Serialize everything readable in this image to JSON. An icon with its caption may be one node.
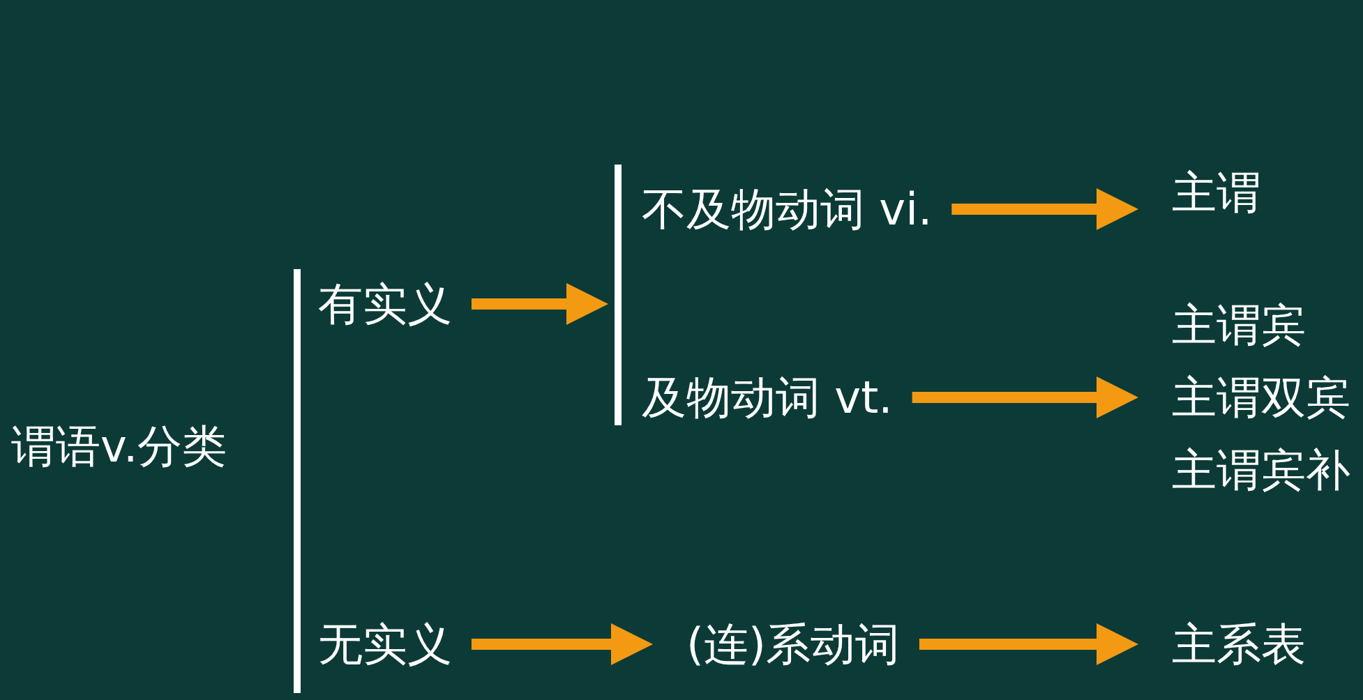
{
  "diagram": {
    "nodes": [
      {
        "text": [
          "谓语v.分类"
        ]
      },
      {
        "text": [
          "有实义"
        ]
      },
      {
        "text": [
          "无实义"
        ]
      },
      {
        "text": [
          "不及物动词 vi."
        ]
      },
      {
        "text": [
          "及物动词 vt."
        ]
      },
      {
        "text": [
          "(连)系动词"
        ]
      },
      {
        "text": [
          "主谓"
        ]
      },
      {
        "text": [
          "主谓宾",
          "主谓双宾",
          "主谓宾补"
        ]
      },
      {
        "text": [
          "主系表"
        ]
      }
    ],
    "edges": [
      {
        "from": 1,
        "to": null,
        "arrow": "to"
      },
      {
        "from": 3,
        "to": 6,
        "arrow": "to"
      },
      {
        "from": 4,
        "to": 7,
        "arrow": "to"
      },
      {
        "from": 2,
        "to": 5,
        "arrow": "to"
      },
      {
        "from": 5,
        "to": 8,
        "arrow": "to"
      }
    ]
  }
}
